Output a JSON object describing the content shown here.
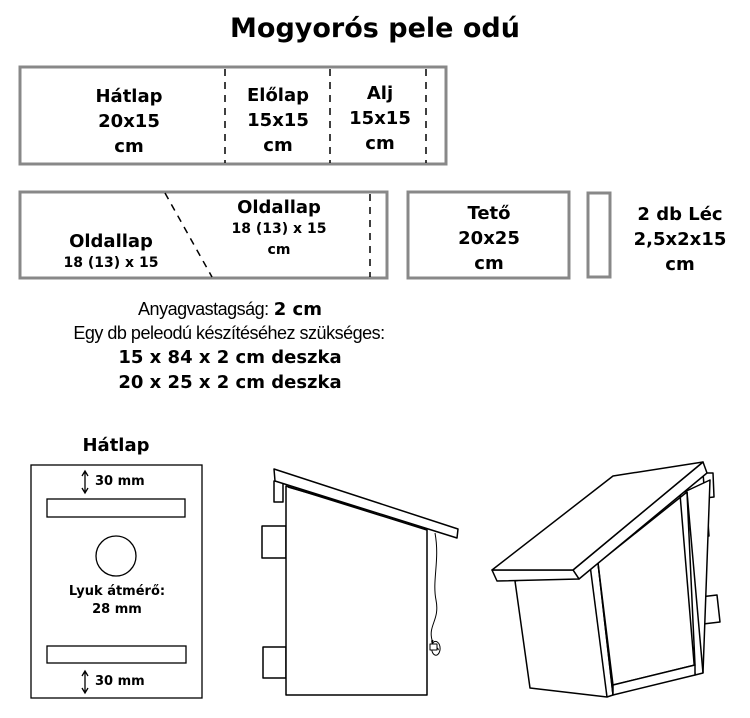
{
  "title": "Mogyorós pele odú",
  "pieces": {
    "hatlap": {
      "name": "Hátlap",
      "size": "20x15",
      "unit": "cm"
    },
    "elolap": {
      "name": "Előlap",
      "size": "15x15",
      "unit": "cm"
    },
    "alj": {
      "name": "Alj",
      "size": "15x15",
      "unit": "cm"
    },
    "oldallap_left": {
      "name": "Oldallap",
      "size": "18 (13) x 15"
    },
    "oldallap_right": {
      "name": "Oldallap",
      "size": "18 (13) x 15",
      "unit": "cm"
    },
    "teto": {
      "name": "Tető",
      "size": "20x25",
      "unit": "cm"
    },
    "lec": {
      "name": "2 db Léc",
      "size": "2,5x2x15",
      "unit": "cm"
    }
  },
  "notes": {
    "thickness_label": "Anyagvastagság:",
    "thickness_value": "2 cm",
    "needed": "Egy db peleodú készítéséhez szükséges:",
    "board1": "15 x 84 x 2 cm deszka",
    "board2": "20 x 25 x 2 cm deszka"
  },
  "back_detail": {
    "title": "Hátlap",
    "top_margin": "30 mm",
    "hole_label": "Lyuk átmérő:",
    "hole_value": "28 mm",
    "bottom_margin": "30 mm"
  }
}
